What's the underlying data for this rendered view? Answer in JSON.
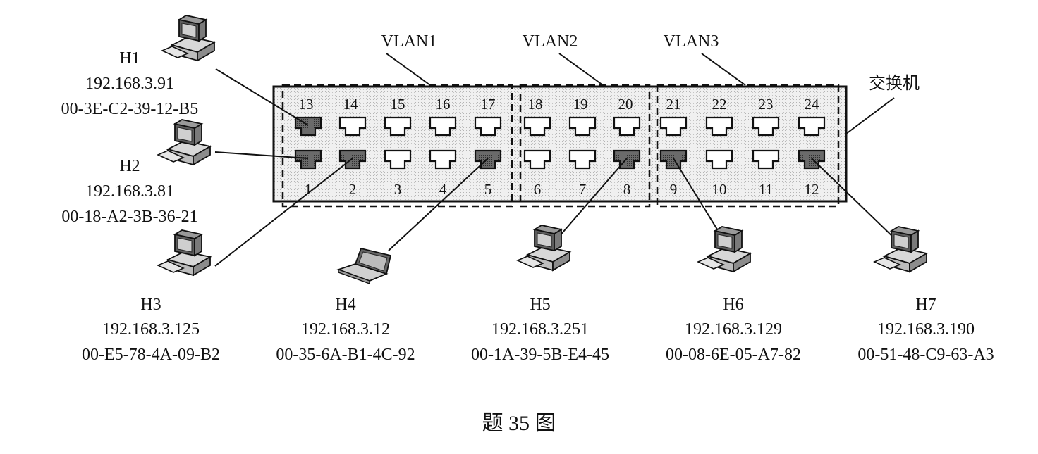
{
  "vlan_labels": [
    "VLAN1",
    "VLAN2",
    "VLAN3"
  ],
  "switch_label": "交换机",
  "caption": "题 35 图",
  "top_port_numbers": [
    "13",
    "14",
    "15",
    "16",
    "17",
    "18",
    "19",
    "20",
    "21",
    "22",
    "23",
    "24"
  ],
  "bottom_port_numbers": [
    "1",
    "2",
    "3",
    "4",
    "5",
    "6",
    "7",
    "8",
    "9",
    "10",
    "11",
    "12"
  ],
  "active_ports": [
    "1",
    "2",
    "5",
    "8",
    "9",
    "12",
    "13"
  ],
  "hosts": [
    {
      "name": "H1",
      "ip": "192.168.3.91",
      "mac": "00-3E-C2-39-12-B5",
      "device": "desktop",
      "port": "13"
    },
    {
      "name": "H2",
      "ip": "192.168.3.81",
      "mac": "00-18-A2-3B-36-21",
      "device": "desktop",
      "port": "1"
    },
    {
      "name": "H3",
      "ip": "192.168.3.125",
      "mac": "00-E5-78-4A-09-B2",
      "device": "desktop",
      "port": "2"
    },
    {
      "name": "H4",
      "ip": "192.168.3.12",
      "mac": "00-35-6A-B1-4C-92",
      "device": "laptop",
      "port": "5"
    },
    {
      "name": "H5",
      "ip": "192.168.3.251",
      "mac": "00-1A-39-5B-E4-45",
      "device": "desktop",
      "port": "8"
    },
    {
      "name": "H6",
      "ip": "192.168.3.129",
      "mac": "00-08-6E-05-A7-82",
      "device": "desktop",
      "port": "9"
    },
    {
      "name": "H7",
      "ip": "192.168.3.190",
      "mac": "00-51-48-C9-63-A3",
      "device": "desktop",
      "port": "12"
    }
  ]
}
